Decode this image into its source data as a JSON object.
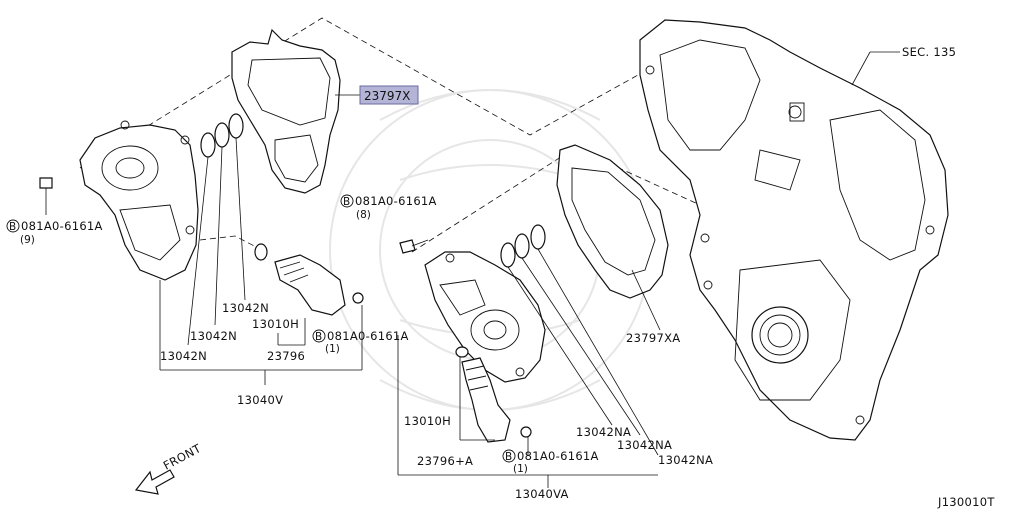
{
  "diagram": {
    "labels": {
      "sec135": "SEC. 135",
      "p23797x": "23797X",
      "p23797xa": "23797XA",
      "bolt_9": "081A0-6161A",
      "bolt_9_qty": "(9)",
      "bolt_8": "081A0-6161A",
      "bolt_8_qty": "(8)",
      "bolt_1a": "081A0-6161A",
      "bolt_1a_qty": "(1)",
      "bolt_1b": "081A0-6161A",
      "bolt_1b_qty": "(1)",
      "p13042n_a": "13042N",
      "p13042n_b": "13042N",
      "p13042n_c": "13042N",
      "p13010h_a": "13010H",
      "p23796": "23796",
      "p13040v": "13040V",
      "p13010h_b": "13010H",
      "p23796a": "23796+A",
      "p13042na_a": "13042NA",
      "p13042na_b": "13042NA",
      "p13042na_c": "13042NA",
      "p13040va": "13040VA",
      "front": "FRONT",
      "ref_code": "J130010T",
      "bolt_symbol": "B"
    },
    "colors": {
      "line": "#111111",
      "highlight": "#b4b4d6",
      "watermark": "#e6e6e6"
    }
  }
}
